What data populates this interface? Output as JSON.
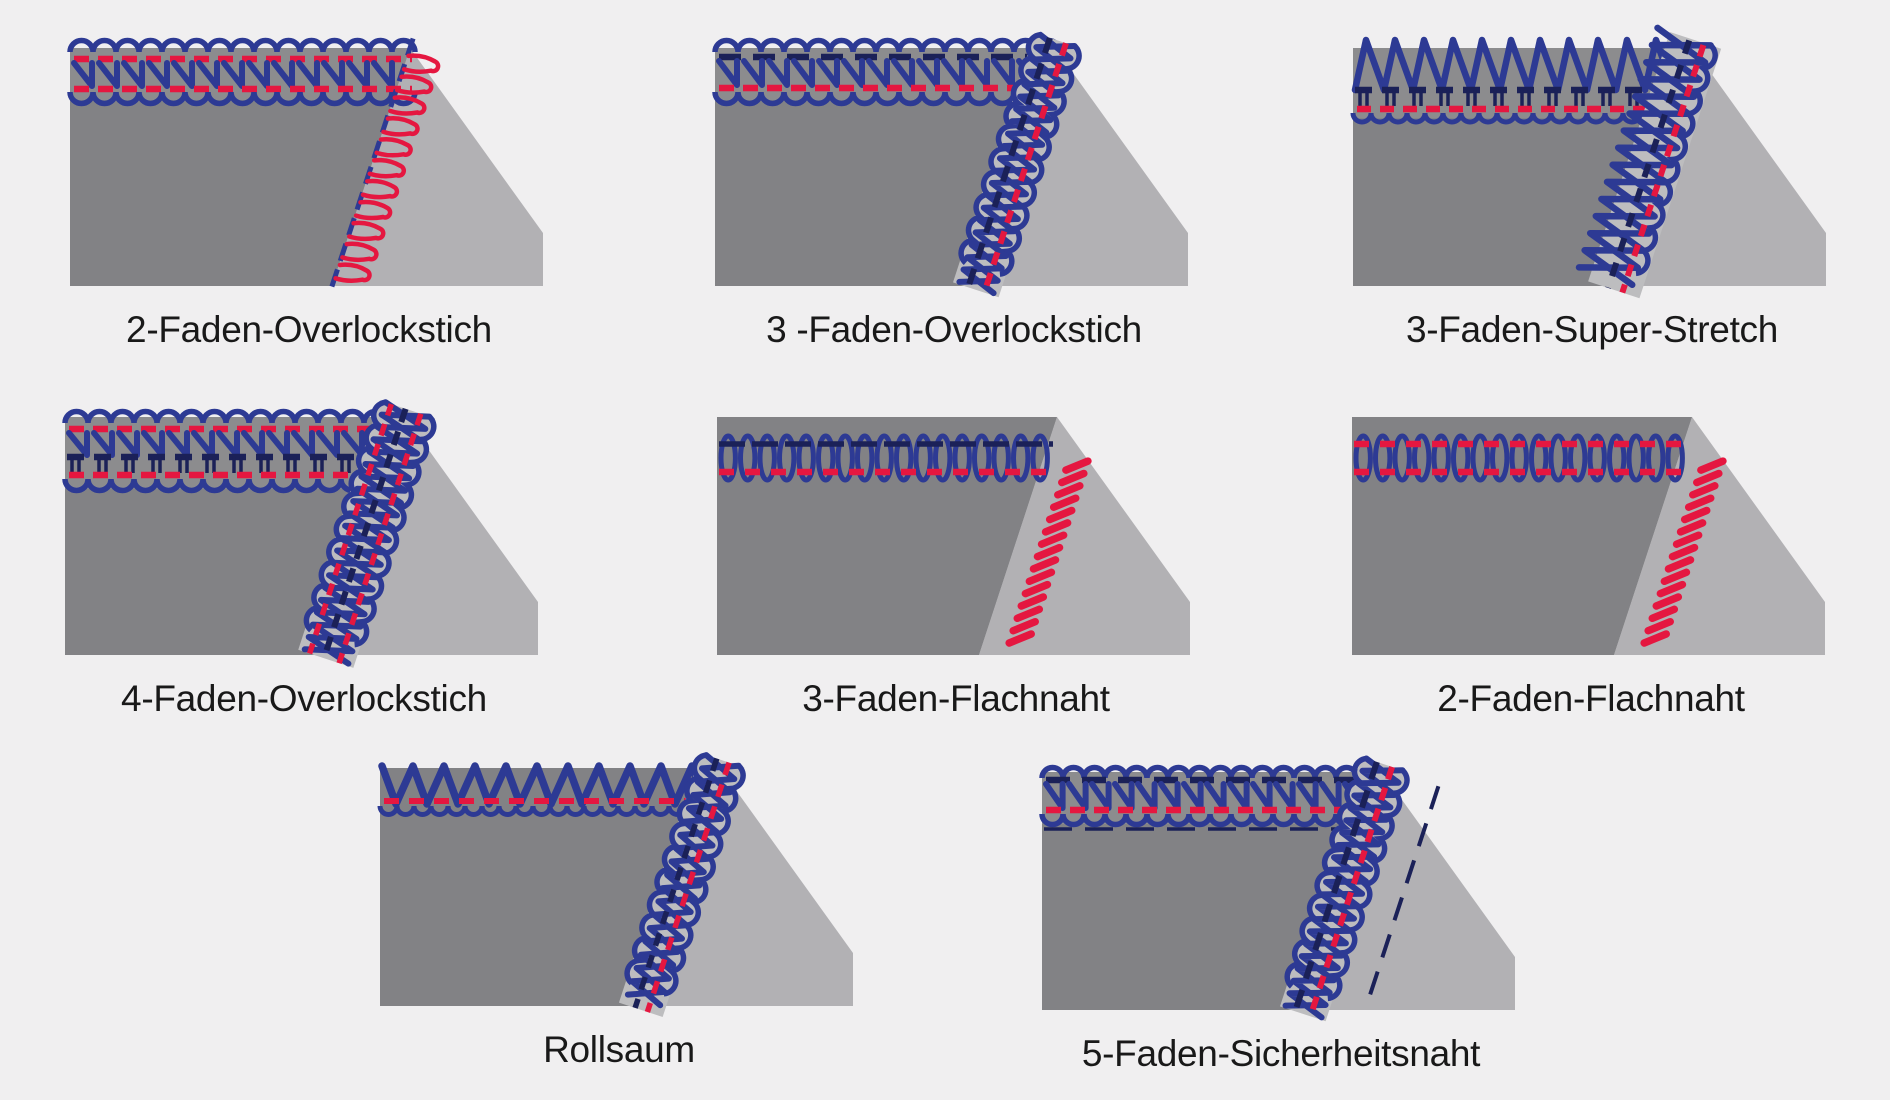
{
  "title": "Overlock stitch types diagram",
  "background": "#f0eff0",
  "text_color": "#191919",
  "colors": {
    "blue": "#2d3a94",
    "navy": "#1b2158",
    "red": "#e51740",
    "fabric_front": "#828285",
    "fabric_back": "#b2b1b4",
    "band_fill": "#bdbdbf",
    "edge_strip": "#8c8c8e"
  },
  "panels": [
    {
      "label": "2-Faden-Overlockstich",
      "type": "overlock2"
    },
    {
      "label": "3 -Faden-Overlockstich",
      "type": "overlock3"
    },
    {
      "label": "3-Faden-Super-Stretch",
      "type": "superstretch3"
    },
    {
      "label": "4-Faden-Overlockstich",
      "type": "overlock4"
    },
    {
      "label": "3-Faden-Flachnaht",
      "type": "flat3"
    },
    {
      "label": "2-Faden-Flachnaht",
      "type": "flat2"
    },
    {
      "label": "Rollsaum",
      "type": "rollsaum"
    },
    {
      "label": "5-Faden-Sicherheitsnaht",
      "type": "safety5"
    }
  ]
}
